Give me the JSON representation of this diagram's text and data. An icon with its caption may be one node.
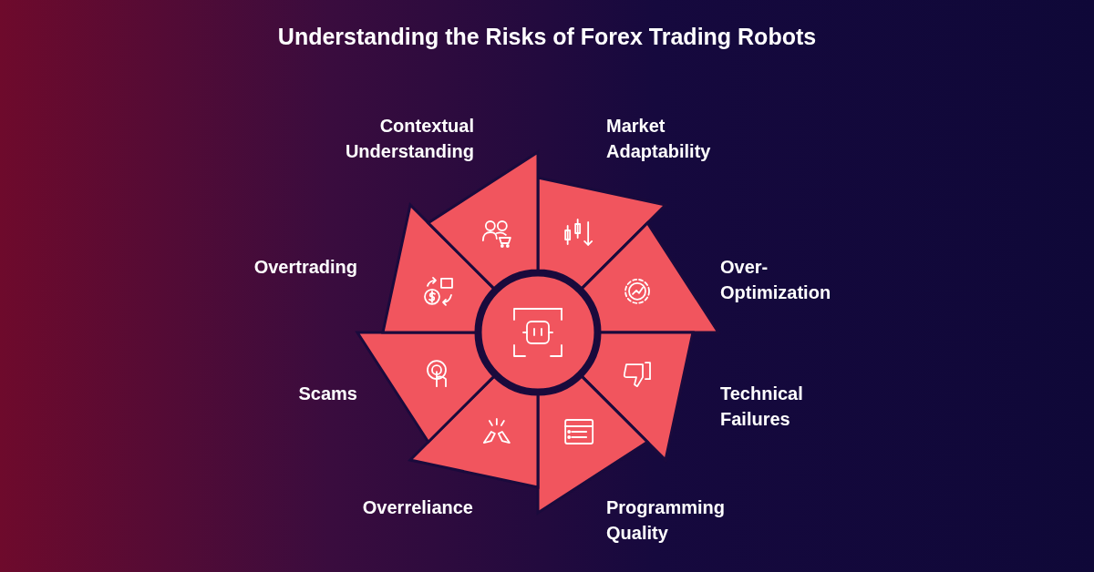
{
  "diagram": {
    "title": "Understanding the Risks of Forex Trading Robots",
    "nodes": [
      {
        "text": [],
        "shape": "circle"
      },
      {
        "text": [
          "Market Adaptability"
        ]
      },
      {
        "text": [
          "Over-Optimization"
        ]
      },
      {
        "text": [
          "Technical Failures"
        ]
      },
      {
        "text": [
          "Programming Quality"
        ]
      },
      {
        "text": [
          "Overreliance"
        ]
      },
      {
        "text": [
          "Scams"
        ]
      },
      {
        "text": [
          "Overtrading"
        ]
      },
      {
        "text": [
          "Contextual Understanding"
        ]
      }
    ]
  }
}
